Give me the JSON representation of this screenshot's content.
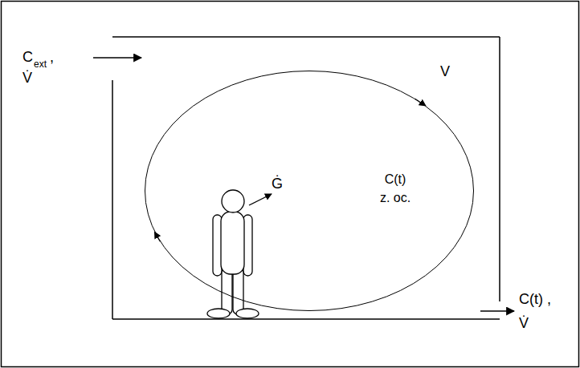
{
  "diagram": {
    "nodes": [
      {
        "text": [
          "C(t) z. oc."
        ]
      }
    ],
    "labels": [
      "C",
      "ext",
      ",",
      "V̇",
      "V",
      "Ġ",
      "C(t) ,",
      "V̇"
    ]
  }
}
